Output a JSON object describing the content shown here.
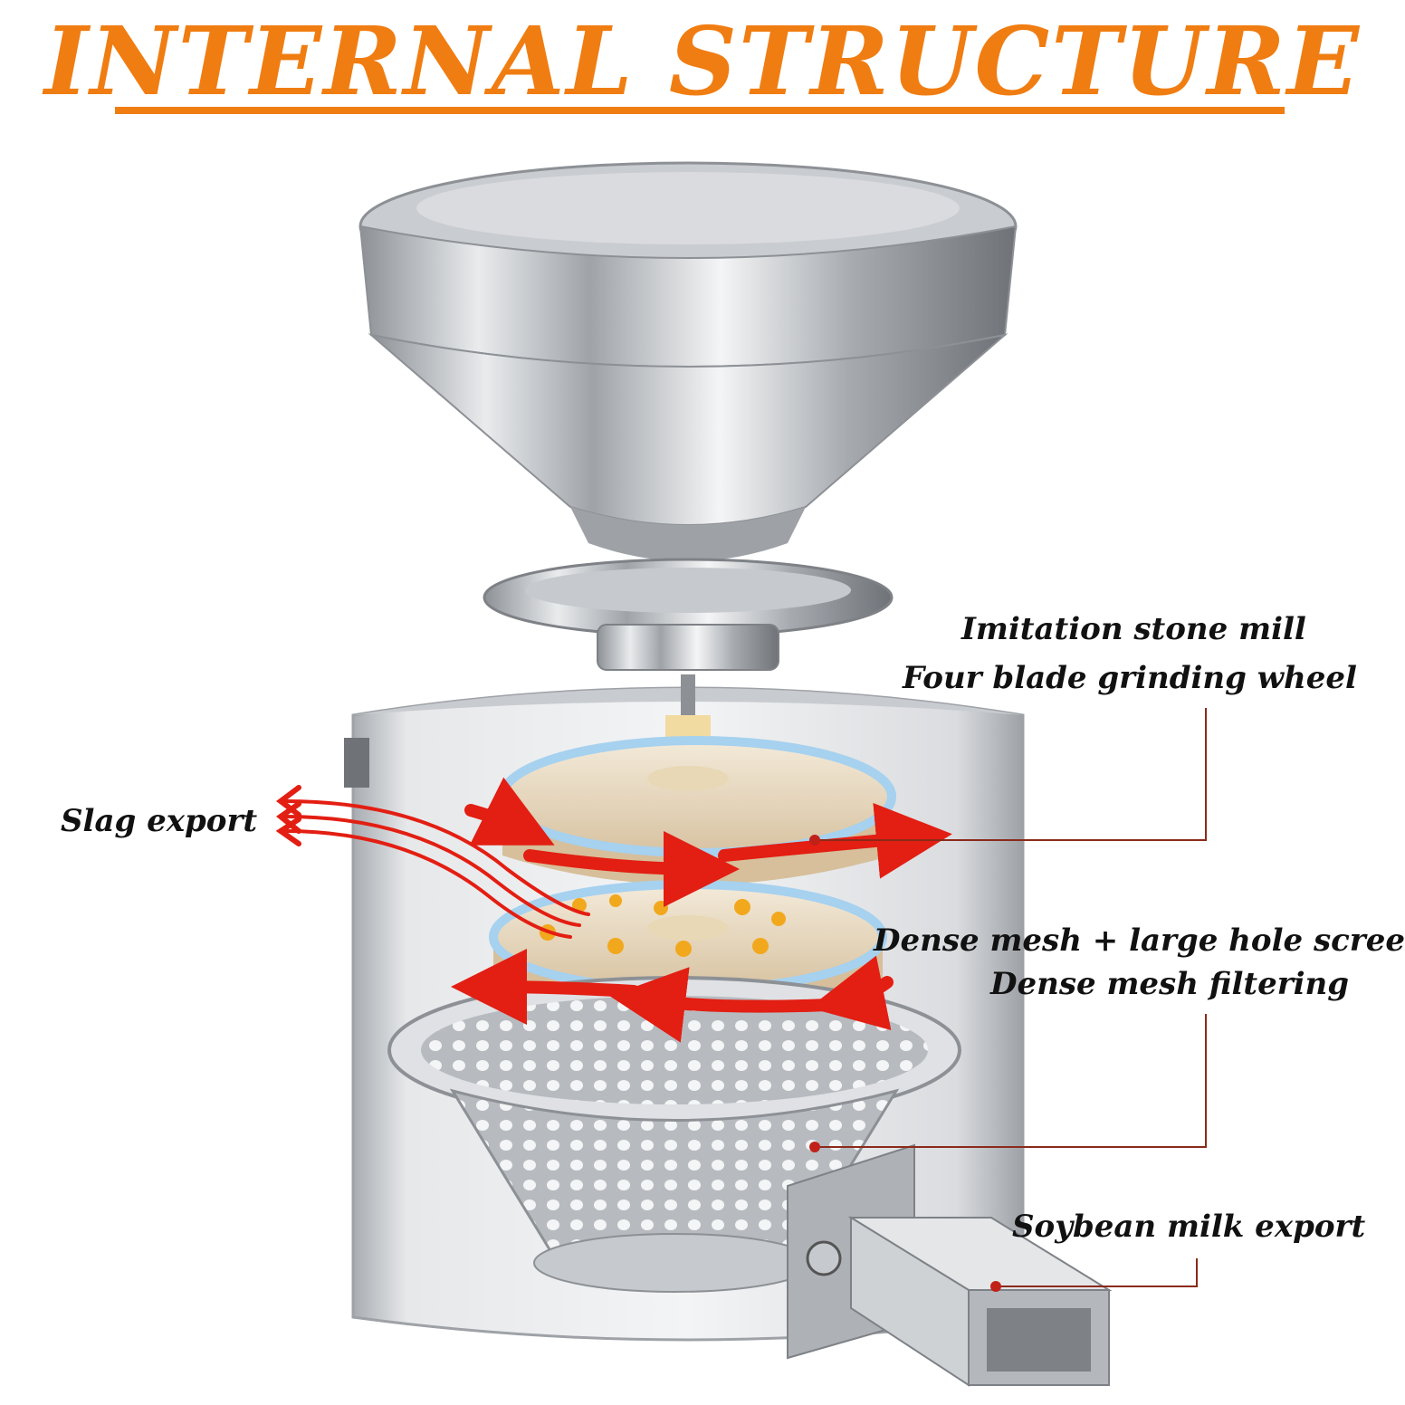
{
  "title": "INTERNAL STRUCTURE",
  "colors": {
    "title": "#f07d12",
    "arrow": "#e31e12",
    "leader": "#8b2a1a",
    "steel": "#b9bcc0"
  },
  "labels": {
    "stone_mill": "Imitation stone mill",
    "grinding_wheel": "Four blade grinding wheel",
    "slag_export": "Slag export",
    "dense_mesh_screen": "Dense mesh + large hole screen",
    "dense_mesh_filtering": "Dense mesh filtering",
    "soybean_milk_export": "Soybean milk export"
  }
}
